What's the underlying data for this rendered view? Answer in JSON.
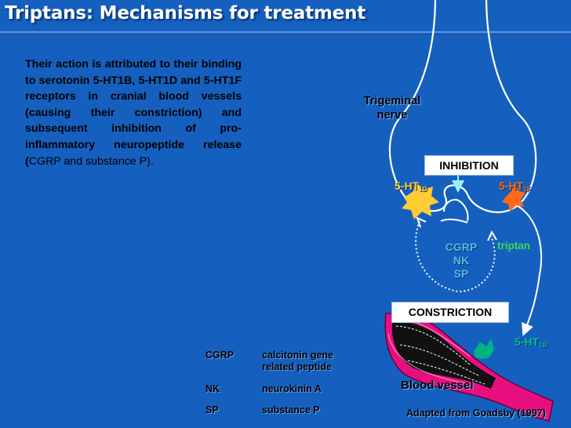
{
  "slide": {
    "title": "Triptans: Mechanisms for treatment",
    "body_bold": "Their action is attributed to their binding to serotonin 5-HT1B, 5-HT1D and 5-HT1F receptors in cranial blood vessels (causing their constriction) and subsequent inhibition of pro-inflammatory neuropeptide release (",
    "body_normal": "CGRP and substance P)."
  },
  "diagram": {
    "trigeminal_line1": "Trigeminal",
    "trigeminal_line2": "nerve",
    "inhibition": "INHIBITION",
    "receptor_1d": "5-HT",
    "receptor_1d_sub": "1D",
    "receptor_1f": "5-HT",
    "receptor_1f_sub": "1F",
    "receptor_1b": "5-HT",
    "receptor_1b_sub": "1B",
    "neuropeptides": [
      "CGRP",
      "NK",
      "SP"
    ],
    "triptan": "triptan",
    "constriction": "CONSTRICTION",
    "blood_vessel": "Blood vessel",
    "source": "Adapted from Goadsby (1997)"
  },
  "legend": [
    {
      "abbr": "CGRP",
      "line1": "calcitonin gene",
      "line2": "related peptide"
    },
    {
      "abbr": "NK",
      "line1": "neurokinin A",
      "line2": ""
    },
    {
      "abbr": "SP",
      "line1": "substance P",
      "line2": ""
    }
  ],
  "colors": {
    "background": "#1560bf",
    "receptor_1d": "#ffcc33",
    "receptor_1f": "#ff6a1a",
    "receptor_1b": "#00b383",
    "neuropeptide_text": "#55bbe6",
    "triptan_text": "#33dd55",
    "vessel_wall": "#e8107e"
  }
}
